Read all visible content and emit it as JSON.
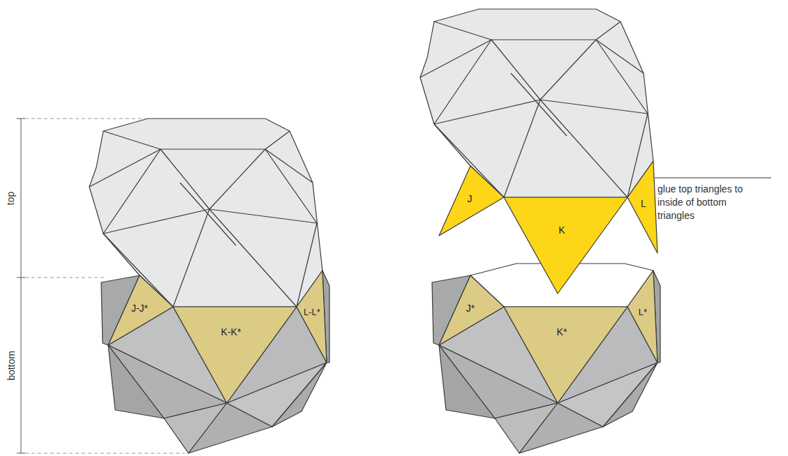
{
  "diagram": {
    "nodes": [
      {
        "text": [
          "J-J*"
        ]
      },
      {
        "text": [
          "K-K*"
        ]
      },
      {
        "text": [
          "L-L*"
        ]
      },
      {
        "text": [
          "J"
        ]
      },
      {
        "text": [
          "K"
        ]
      },
      {
        "text": [
          "L"
        ]
      },
      {
        "text": [
          "J*"
        ]
      },
      {
        "text": [
          "K*"
        ]
      },
      {
        "text": [
          "L*"
        ]
      }
    ],
    "labels": [
      "top",
      "bottom",
      "glue top triangles to inside of bottom triangles"
    ]
  }
}
